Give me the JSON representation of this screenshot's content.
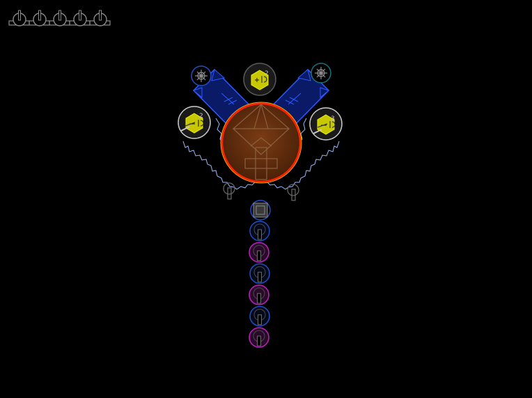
{
  "game": {
    "lives_remaining": 5,
    "colors": {
      "background": "#000000",
      "lives_icon": "#8a8a8a",
      "core_fill": "#6b3410",
      "core_ring": "#ff2200",
      "core_ring_outer": "#ffaa00",
      "arm_fill": "#0a1a66",
      "arm_stroke": "#2a5aff",
      "turret_yellow": "#f0f000",
      "turret_shell": "#c8c8c8",
      "electric": "#9ab8ff",
      "node_blue": "#2050c8",
      "node_magenta": "#c020c0",
      "gray": "#6a6a6a"
    },
    "icons": {
      "lives": "ship-life-icon",
      "turret": "hex-turret-icon",
      "gear": "gear-icon",
      "core": "boss-core-icon"
    },
    "turrets": [
      {
        "id": "top",
        "digit": "2"
      },
      {
        "id": "left",
        "digit": "2"
      },
      {
        "id": "right",
        "digit": "3"
      }
    ],
    "tail_segments": [
      "blue",
      "magenta",
      "blue",
      "magenta",
      "blue",
      "magenta"
    ]
  }
}
